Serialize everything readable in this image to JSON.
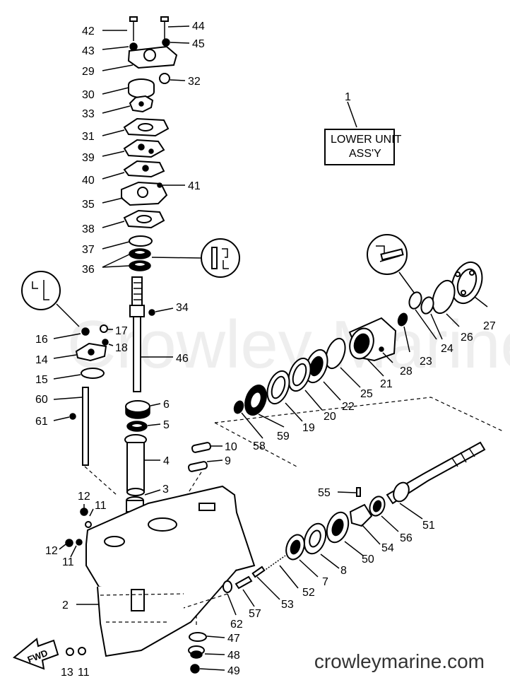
{
  "watermark": "Crowley Marine",
  "footer": "crowleymarine.com",
  "assembly_box": {
    "number": "1",
    "line1": "LOWER UNIT",
    "line2": "ASS'Y"
  },
  "fwd_label": "FWD",
  "labels": {
    "42": "42",
    "43": "43",
    "44": "44",
    "45": "45",
    "29": "29",
    "32": "32",
    "30": "30",
    "33": "33",
    "31": "31",
    "39": "39",
    "40": "40",
    "41": "41",
    "35": "35",
    "38": "38",
    "37": "37",
    "36": "36",
    "34": "34",
    "16": "16",
    "17": "17",
    "18": "18",
    "14": "14",
    "15": "15",
    "46": "46",
    "60": "60",
    "61": "61",
    "6": "6",
    "5": "5",
    "4": "4",
    "10": "10",
    "9": "9",
    "3": "3",
    "12a": "12",
    "11a": "11",
    "12b": "12",
    "11b": "11",
    "2": "2",
    "13": "13",
    "11c": "11",
    "47": "47",
    "48": "48",
    "49": "49",
    "62": "62",
    "57": "57",
    "53": "53",
    "52": "52",
    "7": "7",
    "8": "8",
    "50": "50",
    "54": "54",
    "56": "56",
    "51": "51",
    "55": "55",
    "58": "58",
    "59": "59",
    "19": "19",
    "20": "20",
    "22": "22",
    "25": "25",
    "21": "21",
    "28": "28",
    "23": "23",
    "24": "24",
    "26": "26",
    "27": "27"
  }
}
